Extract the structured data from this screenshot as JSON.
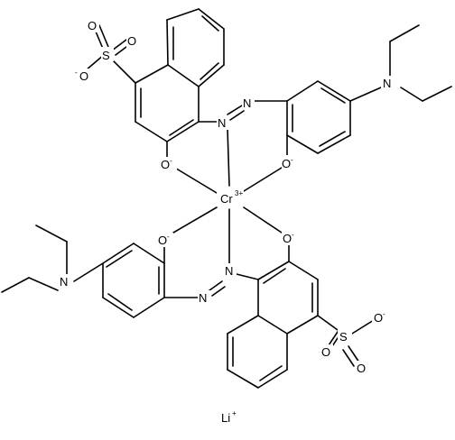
{
  "molecule": {
    "atoms": {
      "o_upper_left": "O",
      "o_upper_right": "O",
      "o_lower_left": "O",
      "o_lower_right": "O",
      "n_azo_upper_1": "N",
      "n_azo_upper_2": "N",
      "n_azo_lower_1": "N",
      "n_azo_lower_2": "N",
      "n_amine_upper": "N",
      "n_amine_lower": "N",
      "s_upper": "S",
      "s_upper_o_left": "O",
      "s_upper_o_bottom": "O",
      "s_upper_o_top": "O",
      "s_lower": "S",
      "s_lower_o_right": "O",
      "s_lower_o_bottom": "O",
      "s_lower_o_top": "O",
      "metal": "Cr",
      "counter_ion": "Li"
    },
    "charges": {
      "o_upper_left": "-",
      "o_upper_right": "-",
      "o_lower_left": "-",
      "o_lower_right": "-",
      "s_upper_o_left": "-",
      "s_lower_o_right": "-",
      "metal": "3+",
      "counter_ion": "+"
    }
  },
  "colors": {
    "bond": "#000000",
    "text": "#000000",
    "background": "#ffffff"
  }
}
